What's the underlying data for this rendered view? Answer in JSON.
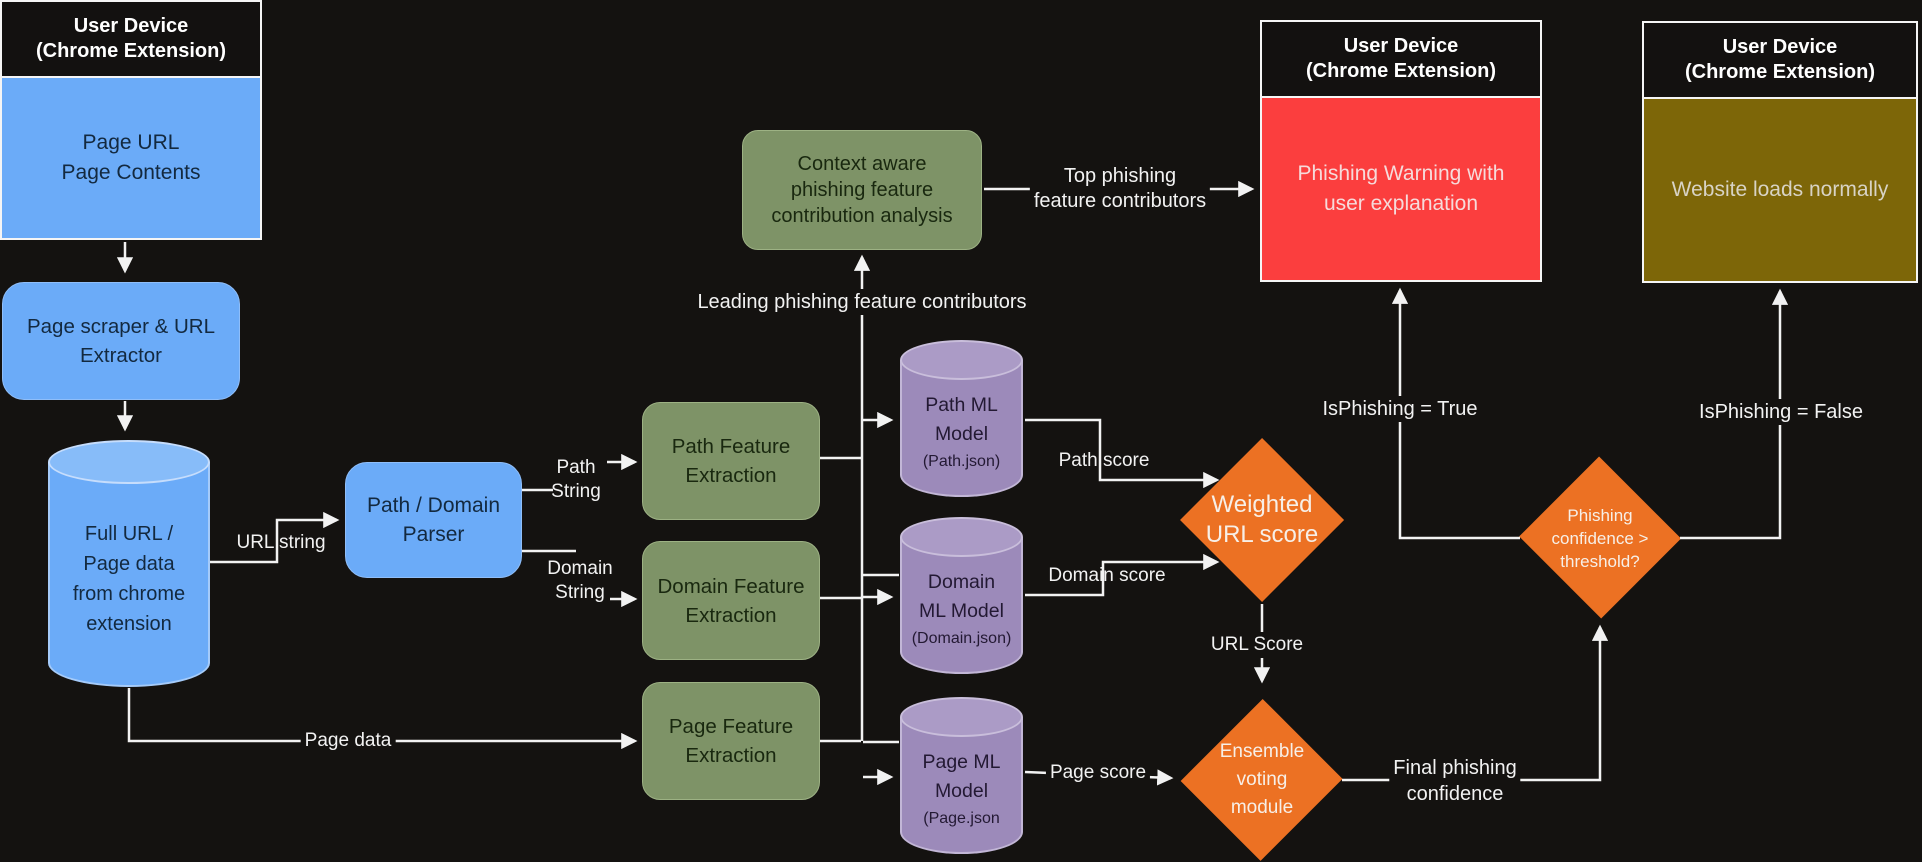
{
  "nodes": {
    "device_input": {
      "header": [
        "User Device",
        "(Chrome Extension)"
      ],
      "body": [
        "Page URL",
        "Page Contents"
      ]
    },
    "scraper": {
      "label": [
        "Page scraper & URL",
        "Extractor"
      ]
    },
    "url_store": {
      "label": [
        "Full URL /",
        "Page data",
        "from chrome",
        "extension"
      ]
    },
    "parser": {
      "label": [
        "Path / Domain",
        "Parser"
      ]
    },
    "path_feature": {
      "label": [
        "Path Feature",
        "Extraction"
      ]
    },
    "domain_feature": {
      "label": [
        "Domain Feature",
        "Extraction"
      ]
    },
    "page_feature": {
      "label": [
        "Page Feature",
        "Extraction"
      ]
    },
    "context_analysis": {
      "label": [
        "Context aware",
        "phishing feature",
        "contribution analysis"
      ]
    },
    "path_ml": {
      "label": [
        "Path ML",
        "Model"
      ],
      "file": "(Path.json)"
    },
    "domain_ml": {
      "label": [
        "Domain",
        "ML Model"
      ],
      "file": "(Domain.json)"
    },
    "page_ml": {
      "label": [
        "Page ML",
        "Model"
      ],
      "file": "(Page.json"
    },
    "weighted_score": {
      "label": [
        "Weighted",
        "URL score"
      ]
    },
    "ensemble": {
      "label": [
        "Ensemble",
        "voting",
        "module"
      ]
    },
    "threshold": {
      "label": [
        "Phishing",
        "confidence >",
        "threshold?"
      ]
    },
    "device_warning": {
      "header": [
        "User Device",
        "(Chrome Extension)"
      ],
      "body": [
        "Phishing Warning with",
        "user explanation"
      ]
    },
    "device_ok": {
      "header": [
        "User Device",
        "(Chrome Extension)"
      ],
      "body": [
        "Website loads normally"
      ]
    }
  },
  "edge_labels": {
    "url_string": "URL string",
    "path_string": [
      "Path",
      "String"
    ],
    "domain_string": [
      "Domain",
      "String"
    ],
    "page_data": "Page data",
    "leading_contributors": "Leading phishing feature contributors",
    "top_contributors": [
      "Top phishing",
      "feature contributors"
    ],
    "path_score": "Path score",
    "domain_score": "Domain score",
    "page_score": "Page score",
    "url_score": "URL Score",
    "final_confidence": [
      "Final phishing",
      "confidence"
    ],
    "isphishing_true": "IsPhishing = True",
    "isphishing_false": "IsPhishing = False"
  },
  "colors": {
    "background": "#141210",
    "blue_node": "#6babf8",
    "green_node": "#7e9367",
    "purple_cylinder": "#9c8aba",
    "orange_diamond": "#ec7123",
    "red_warning": "#fb3e3e",
    "olive_ok": "#7d6608",
    "wire": "#f2f2f2"
  }
}
